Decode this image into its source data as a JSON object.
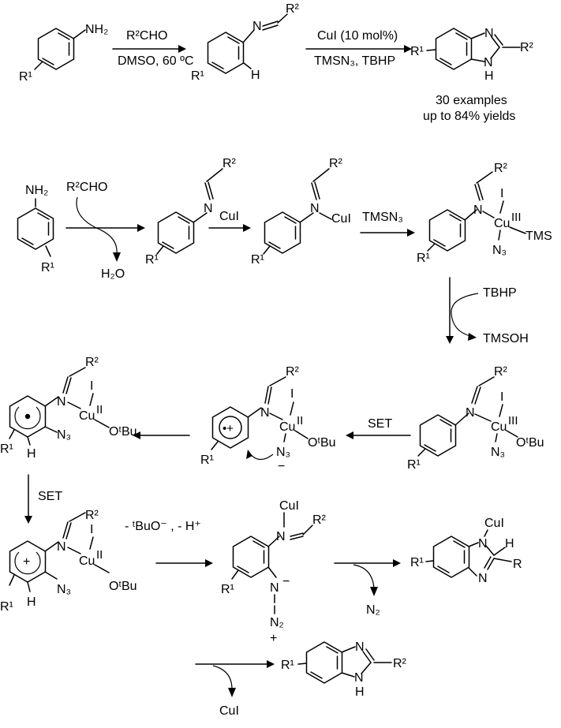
{
  "colors": {
    "ink": "#000000",
    "background": "#ffffff"
  },
  "top": {
    "aniline": {
      "nh2": "NH₂",
      "r": "R¹"
    },
    "step1": {
      "reagent": "R²CHO",
      "conditions": "DMSO, 60 ºC"
    },
    "imine": {
      "n": "N",
      "r2": "R²",
      "r1": "R¹",
      "h": "H"
    },
    "step2": {
      "catalyst": "CuI (10 mol%)",
      "reagents": "TMSN₃, TBHP"
    },
    "product": {
      "n": "N",
      "nh": "N",
      "h": "H",
      "r1": "R¹",
      "r2": "R²"
    },
    "summary": {
      "examples": "30 examples",
      "yields": "up to 84% yields"
    }
  },
  "mechanism": {
    "row1": {
      "aniline": {
        "nh2": "NH₂",
        "r": "R¹"
      },
      "aldehyde": "R²CHO",
      "water": "H₂O",
      "imine": {
        "n": "N",
        "r2": "R²",
        "r1": "R¹"
      },
      "cui_reagent": "CuI",
      "complex_a": {
        "n": "N",
        "cu": "CuI",
        "r2": "R²",
        "r1": "R¹"
      },
      "tmsn3": "TMSN₃",
      "complex_b": {
        "n": "N",
        "i": "I",
        "cu": "Cu",
        "cu_ox": "III",
        "tms": "TMS",
        "n3": "N₃",
        "r2": "R²",
        "r1": "R¹"
      }
    },
    "oxidation": {
      "tbhp": "TBHP",
      "tmsoh": "TMSOH"
    },
    "row2": {
      "complex_c": {
        "n": "N",
        "i": "I",
        "cu": "Cu",
        "cu_ox": "III",
        "otbu": "OᵗBu",
        "n3": "N₃",
        "r2": "R²",
        "r1": "R¹"
      },
      "set": "SET",
      "radical_cation": {
        "n": "N",
        "i": "I",
        "cu": "Cu",
        "cu_ox": "II",
        "otbu": "OᵗBu",
        "n3": "N₃",
        "charge": "•+",
        "minus": "−",
        "r2": "R²",
        "r1": "R¹"
      },
      "radical": {
        "n": "N",
        "i": "I",
        "cu": "Cu",
        "cu_ox": "II",
        "otbu": "OᵗBu",
        "n3": "N₃",
        "h": "H",
        "r2": "R²",
        "r1": "R¹"
      }
    },
    "row3": {
      "set": "SET",
      "cation": {
        "n": "N",
        "i": "I",
        "cu": "Cu",
        "cu_ox": "II",
        "otbu": "OᵗBu",
        "n3": "N₃",
        "h": "H",
        "plus": "+",
        "r2": "R²",
        "r1": "R¹"
      },
      "loss": "- ᵗBuO⁻ ,  - H⁺",
      "diazo": {
        "cui": "CuI",
        "n": "N",
        "r2": "R²",
        "r1": "R¹",
        "n_top": "N",
        "n_mid": "N",
        "n_bottom": "N₂",
        "minus": "−",
        "plus": "+"
      },
      "n2": "N₂",
      "cyclized": {
        "cui": "CuI",
        "n_top": "N",
        "n_bottom": "N",
        "h": "H",
        "r": "R",
        "r1": "R¹"
      }
    },
    "row4": {
      "product": {
        "n": "N",
        "nh": "N",
        "h": "H",
        "r1": "R¹",
        "r2": "R²"
      },
      "cui_out": "CuI"
    }
  }
}
